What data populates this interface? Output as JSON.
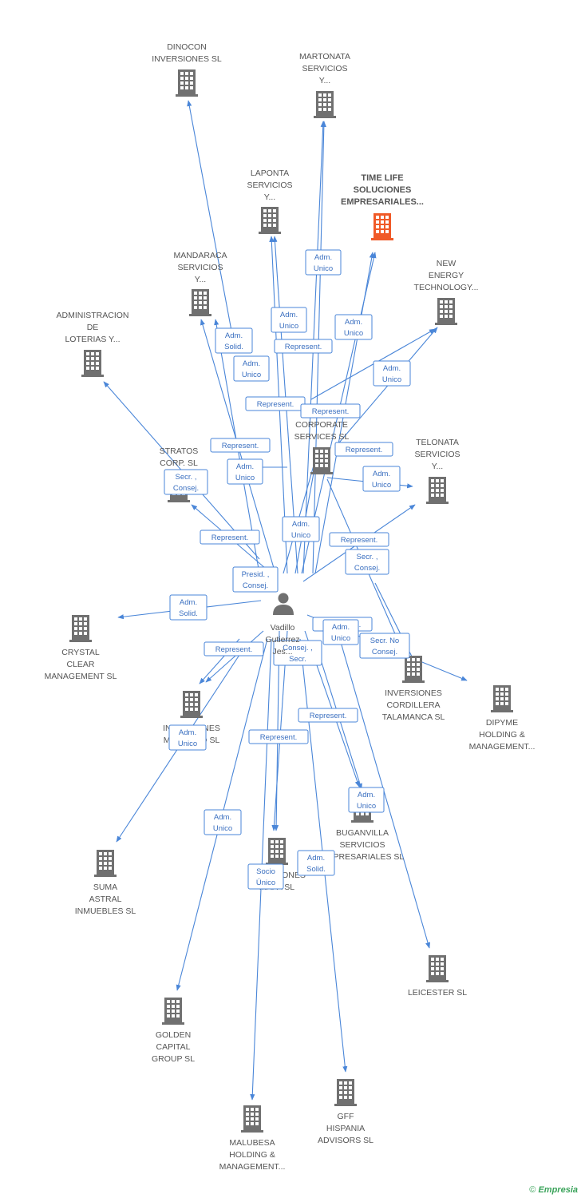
{
  "colors": {
    "edge": "#4a86d8",
    "building": "#707070",
    "highlight": "#f05a28"
  },
  "center_person": {
    "lines": [
      "Vadillo",
      "Gutierrez",
      "Jes..."
    ]
  },
  "companies": [
    {
      "id": "dinocon",
      "lines": [
        "DINOCON",
        "INVERSIONES SL"
      ]
    },
    {
      "id": "martonata",
      "lines": [
        "MARTONATA",
        "SERVICIOS",
        "Y..."
      ]
    },
    {
      "id": "laponta",
      "lines": [
        "LAPONTA",
        "SERVICIOS",
        "Y..."
      ]
    },
    {
      "id": "timelife",
      "lines": [
        "TIME LIFE",
        "SOLUCIONES",
        "EMPRESARIALES..."
      ],
      "highlight": true
    },
    {
      "id": "mandaraca",
      "lines": [
        "MANDARACA",
        "SERVICIOS",
        "Y..."
      ]
    },
    {
      "id": "newenergy",
      "lines": [
        "NEW",
        "ENERGY",
        "TECHNOLOGY..."
      ]
    },
    {
      "id": "administracion",
      "lines": [
        "ADMINISTRACION",
        "DE",
        "LOTERIAS Y..."
      ]
    },
    {
      "id": "corporate",
      "lines": [
        "CORPORATE",
        "SERVICES  SL"
      ]
    },
    {
      "id": "stratos",
      "lines": [
        "STRATOS",
        "CORP.  SL"
      ]
    },
    {
      "id": "telonata",
      "lines": [
        "TELONATA",
        "SERVICIOS",
        "Y..."
      ]
    },
    {
      "id": "crystal",
      "lines": [
        "CRYSTAL",
        "CLEAR",
        "MANAGEMENT SL"
      ]
    },
    {
      "id": "cordillera",
      "lines": [
        "INVERSIONES",
        "CORDILLERA",
        "TALAMANCA SL"
      ]
    },
    {
      "id": "dipyme",
      "lines": [
        "DIPYME",
        "HOLDING &",
        "MANAGEMENT..."
      ]
    },
    {
      "id": "madrono",
      "lines": [
        "INVERSIONES",
        "MADROÑO SL"
      ]
    },
    {
      "id": "buganvilla",
      "lines": [
        "BUGANVILLA",
        "SERVICIOS",
        "EMPRESARIALES SL"
      ]
    },
    {
      "id": "suma",
      "lines": [
        "SUMA",
        "ASTRAL",
        "INMUEBLES SL"
      ]
    },
    {
      "id": "mapa",
      "lines": [
        "INVERSIONES",
        "MAPA SL"
      ]
    },
    {
      "id": "leicester",
      "lines": [
        "LEICESTER SL"
      ]
    },
    {
      "id": "golden",
      "lines": [
        "GOLDEN",
        "CAPITAL",
        "GROUP SL"
      ]
    },
    {
      "id": "gff",
      "lines": [
        "GFF",
        "HISPANIA",
        "ADVISORS SL"
      ]
    },
    {
      "id": "malubesa",
      "lines": [
        "MALUBESA",
        "HOLDING &",
        "MANAGEMENT..."
      ]
    }
  ],
  "relations": [
    {
      "lines": [
        "Adm.",
        "Unico"
      ]
    },
    {
      "lines": [
        "Adm.",
        "Unico"
      ]
    },
    {
      "lines": [
        "Adm.",
        "Unico"
      ]
    },
    {
      "lines": [
        "Adm.",
        "Solid."
      ]
    },
    {
      "lines": [
        "Represent."
      ]
    },
    {
      "lines": [
        "Adm.",
        "Unico"
      ]
    },
    {
      "lines": [
        "Adm.",
        "Unico"
      ]
    },
    {
      "lines": [
        "Represent."
      ]
    },
    {
      "lines": [
        "Represent."
      ]
    },
    {
      "lines": [
        "Represent."
      ]
    },
    {
      "lines": [
        "Represent."
      ]
    },
    {
      "lines": [
        "Adm.",
        "Unico"
      ]
    },
    {
      "lines": [
        "Secr. ,",
        "Consej."
      ]
    },
    {
      "lines": [
        "Adm.",
        "Unico"
      ]
    },
    {
      "lines": [
        "Adm.",
        "Unico"
      ]
    },
    {
      "lines": [
        "Represent."
      ]
    },
    {
      "lines": [
        "Represent."
      ]
    },
    {
      "lines": [
        "Secr. ,",
        "Consej."
      ]
    },
    {
      "lines": [
        "Presid. ,",
        "Consej."
      ]
    },
    {
      "lines": [
        "Adm.",
        "Solid."
      ]
    },
    {
      "lines": [
        "Represent."
      ]
    },
    {
      "lines": [
        "Adm.",
        "Unico"
      ]
    },
    {
      "lines": [
        "Secr.  No",
        "Consej."
      ]
    },
    {
      "lines": [
        "Represent."
      ]
    },
    {
      "lines": [
        "Consej. ,",
        "Secr."
      ]
    },
    {
      "lines": [
        "Represent."
      ]
    },
    {
      "lines": [
        "Adm.",
        "Unico"
      ]
    },
    {
      "lines": [
        "Represent."
      ]
    },
    {
      "lines": [
        "Adm.",
        "Unico"
      ]
    },
    {
      "lines": [
        "Adm.",
        "Unico"
      ]
    },
    {
      "lines": [
        "Adm.",
        "Solid."
      ]
    },
    {
      "lines": [
        "Socio",
        "Único"
      ]
    }
  ],
  "footer": {
    "copyright": "©",
    "brand": "Empresia"
  }
}
